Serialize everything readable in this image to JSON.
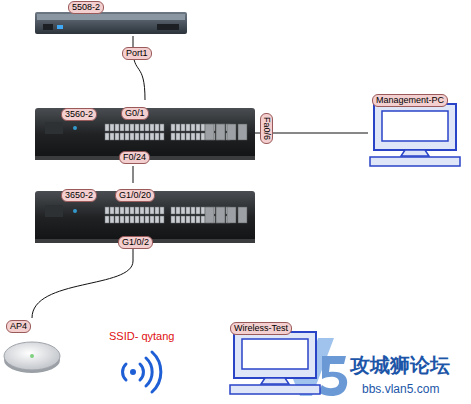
{
  "diagram": {
    "nodes": [
      {
        "text": [
          "5508-2"
        ]
      },
      {
        "text": [
          "3560-2"
        ]
      },
      {
        "text": [
          "3650-2"
        ]
      },
      {
        "text": [
          "Management-PC"
        ]
      },
      {
        "text": [
          "AP4"
        ]
      },
      {
        "text": [
          "Wireless-Test"
        ]
      }
    ],
    "edges": [
      {
        "from": 0,
        "to": 1,
        "arrow": "none"
      },
      {
        "from": 1,
        "to": 3,
        "arrow": "none"
      },
      {
        "from": 1,
        "to": 2,
        "arrow": "none"
      },
      {
        "from": 2,
        "to": 4,
        "arrow": "none"
      }
    ],
    "labels": [
      "Port1",
      "G0/1",
      "F0/24",
      "Fa0/6",
      "G1/0/20",
      "G1/0/2",
      "SSID- qytang",
      "攻城狮论坛",
      "bbs.vlan5.com"
    ]
  }
}
